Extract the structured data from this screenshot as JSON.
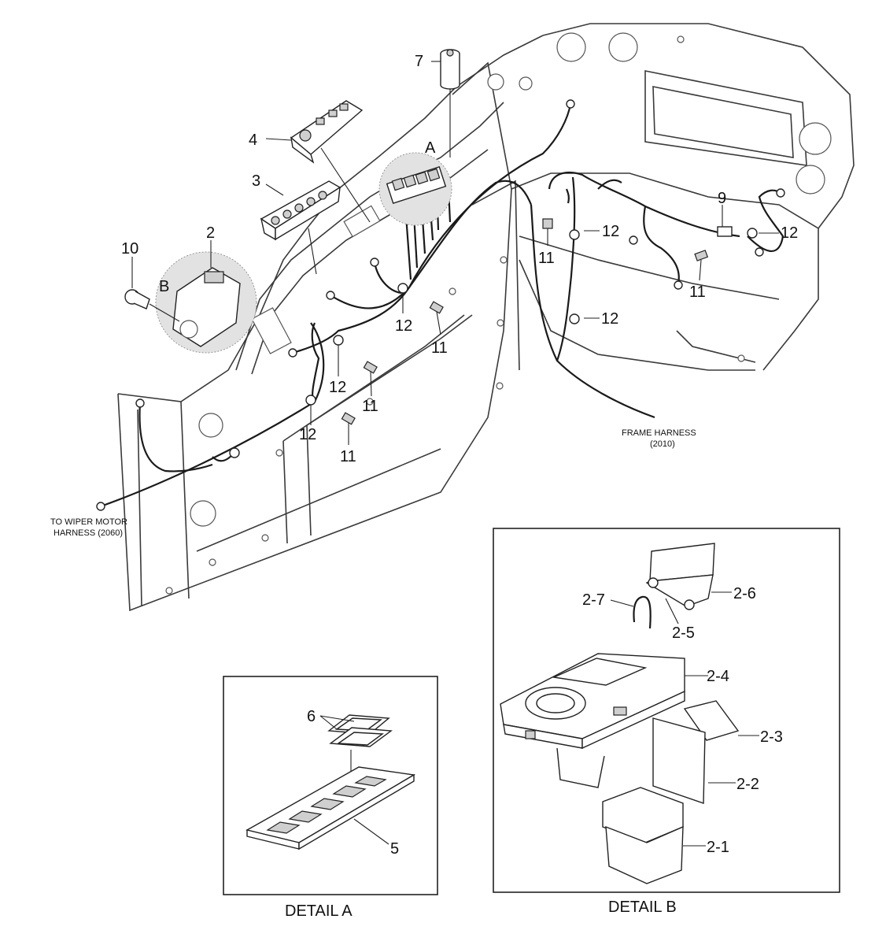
{
  "callouts": {
    "c2": "2",
    "c3": "3",
    "c4": "4",
    "c7": "7",
    "c9": "9",
    "c10": "10",
    "cA": "A",
    "cB": "B",
    "c11": "11",
    "c12": "12",
    "c5": "5",
    "c6": "6",
    "c2_1": "2-1",
    "c2_2": "2-2",
    "c2_3": "2-3",
    "c2_4": "2-4",
    "c2_5": "2-5",
    "c2_6": "2-6",
    "c2_7": "2-7"
  },
  "notes": {
    "frame_harness_line1": "FRAME HARNESS",
    "frame_harness_line2": "(2010)",
    "wiper_line1": "TO WIPER MOTOR",
    "wiper_line2": "HARNESS (2060)"
  },
  "captions": {
    "detail_a": "DETAIL A",
    "detail_b": "DETAIL B"
  }
}
